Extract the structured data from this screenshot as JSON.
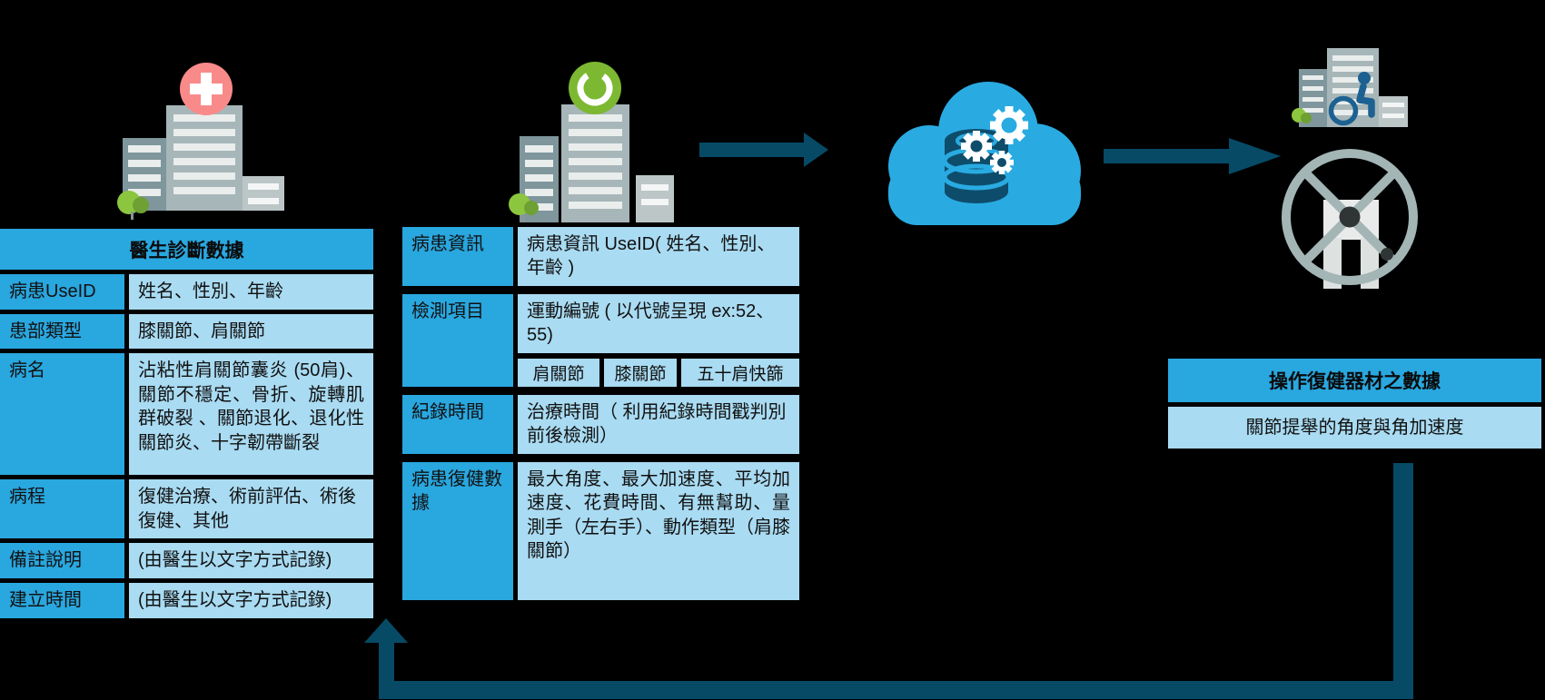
{
  "colors": {
    "accent_blue": "#29A7DF",
    "light_blue": "#A9DBF2",
    "arrow_navy": "#064A66",
    "cloud_blue": "#29ABE2",
    "background": "#000000",
    "cross_red": "#F98A8A",
    "ring_green": "#7CB832"
  },
  "icons": {
    "hospital": "hospital-building-icon (building with red cross badge and tree)",
    "clinic": "clinic-building-icon (building with green progress-ring badge and tree)",
    "cloud": "cloud-database-icon (blue cloud with database cylinder and gears)",
    "rehab_center": "rehab-center-icon (building with wheelchair symbol and tree)",
    "shoulder_wheel": "shoulder-wheel-icon (rehab shoulder wheel with crossed spokes)",
    "flow_arrows": "right-arrow-icon x2, feedback-arrow (bottom return path)"
  },
  "doctor_table": {
    "title": "醫生診斷數據",
    "rows": [
      {
        "label": "病患UseID",
        "value": "姓名、性別、年齡"
      },
      {
        "label": "患部類型",
        "value": "膝關節、肩關節"
      },
      {
        "label": "病名",
        "value": "沾粘性肩關節囊炎 (50肩)、關節不穩定、骨折、旋轉肌群破裂 、關節退化、退化性關節炎、十字韌帶斷裂"
      },
      {
        "label": "病程",
        "value": "復健治療、術前評估、術後復健、其他"
      },
      {
        "label": "備註說明",
        "value": "(由醫生以文字方式記錄)"
      },
      {
        "label": "建立時間",
        "value": "(由醫生以文字方式記錄)"
      }
    ]
  },
  "patient_table": {
    "rows": [
      {
        "label": "病患資訊",
        "value": "病患資訊 UseID( 姓名、性別、年齡 )"
      },
      {
        "label": "檢測項目",
        "value": "運動編號 ( 以代號呈現 ex:52、55)",
        "sub_cells": [
          "肩關節",
          "膝關節",
          "五十肩快篩"
        ]
      },
      {
        "label": "紀錄時間",
        "value": "治療時間（ 利用紀錄時間戳判別前後檢測）"
      },
      {
        "label": "病患復健數據",
        "value": "最大角度、最大加速度、平均加速度、花費時間、有無幫助、量測手（左右手）、動作類型（肩膝關節）"
      }
    ]
  },
  "equipment_table": {
    "title": "操作復健器材之數據",
    "row": "關節提舉的角度與角加速度"
  }
}
